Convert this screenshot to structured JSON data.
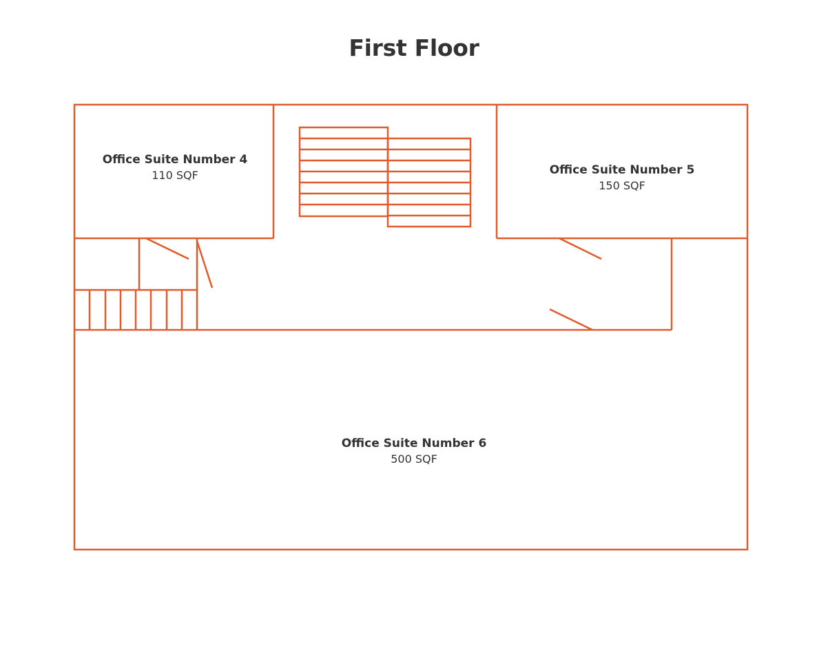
{
  "title": "First Floor",
  "accent_color": "#e05a2b",
  "text_color": "#333333",
  "rooms": [
    {
      "name": "Office Suite Number 4",
      "area": "110 SQF"
    },
    {
      "name": "Office Suite Number 5",
      "area": "150 SQF"
    },
    {
      "name": "Office Suite Number 6",
      "area": "500 SQF"
    }
  ]
}
